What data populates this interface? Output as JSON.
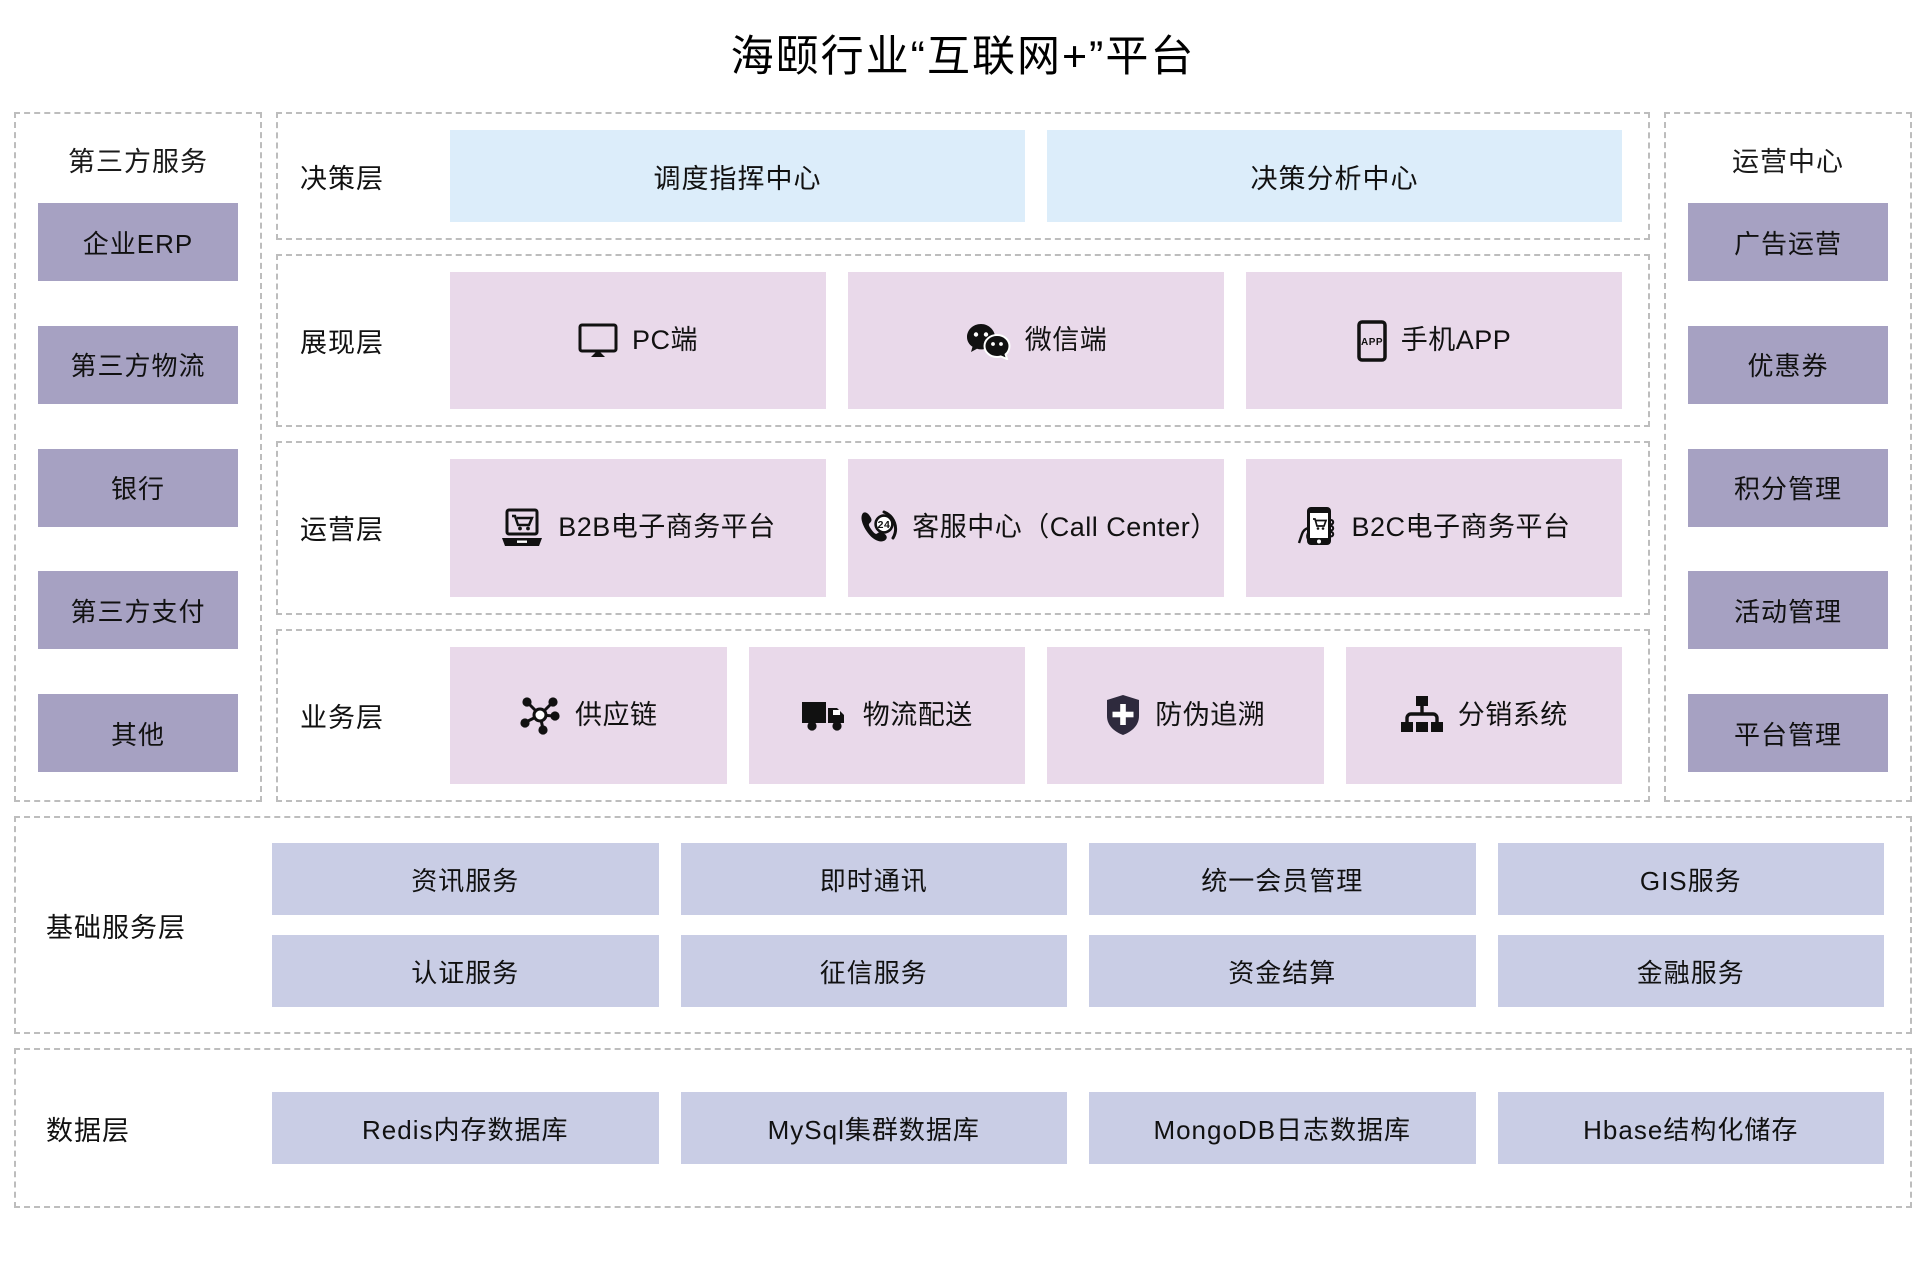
{
  "title": "海颐行业“互联网+”平台",
  "third_party": {
    "heading": "第三方服务",
    "items": [
      {
        "label": "企业ERP"
      },
      {
        "label": "第三方物流"
      },
      {
        "label": "银行"
      },
      {
        "label": "第三方支付"
      },
      {
        "label": "其他"
      }
    ]
  },
  "operation_center": {
    "heading": "运营中心",
    "items": [
      {
        "label": "广告运营"
      },
      {
        "label": "优惠券"
      },
      {
        "label": "积分管理"
      },
      {
        "label": "活动管理"
      },
      {
        "label": "平台管理"
      }
    ]
  },
  "layers": {
    "decision": {
      "label": "决策层",
      "items": [
        {
          "label": "调度指挥中心"
        },
        {
          "label": "决策分析中心"
        }
      ]
    },
    "presentation": {
      "label": "展现层",
      "items": [
        {
          "label": "PC端",
          "icon": "monitor-icon"
        },
        {
          "label": "微信端",
          "icon": "wechat-icon"
        },
        {
          "label": "手机APP",
          "icon": "mobile-app-icon"
        }
      ]
    },
    "operation": {
      "label": "运营层",
      "items": [
        {
          "label": "B2B电子商务平台",
          "icon": "laptop-cart-icon"
        },
        {
          "label": "客服中心（Call Center）",
          "icon": "phone-24-icon"
        },
        {
          "label": "B2C电子商务平台",
          "icon": "hand-phone-cart-icon"
        }
      ]
    },
    "business": {
      "label": "业务层",
      "items": [
        {
          "label": "供应链",
          "icon": "network-nodes-icon"
        },
        {
          "label": "物流配送",
          "icon": "truck-icon"
        },
        {
          "label": "防伪追溯",
          "icon": "shield-plus-icon"
        },
        {
          "label": "分销系统",
          "icon": "org-tree-icon"
        }
      ]
    }
  },
  "base_services": {
    "label": "基础服务层",
    "items": [
      {
        "label": "资讯服务"
      },
      {
        "label": "即时通讯"
      },
      {
        "label": "统一会员管理"
      },
      {
        "label": "GIS服务"
      },
      {
        "label": "认证服务"
      },
      {
        "label": "征信服务"
      },
      {
        "label": "资金结算"
      },
      {
        "label": "金融服务"
      }
    ]
  },
  "data_layer": {
    "label": "数据层",
    "items": [
      {
        "label": "Redis内存数据库"
      },
      {
        "label": "MySql集群数据库"
      },
      {
        "label": "MongoDB日志数据库"
      },
      {
        "label": "Hbase结构化储存"
      }
    ]
  },
  "colors": {
    "purple": "#a6a1c2",
    "pink": "#e9d9ea",
    "blue": "#dcedfa",
    "lavender": "#c9cde5",
    "dash": "#bdbdbd"
  }
}
